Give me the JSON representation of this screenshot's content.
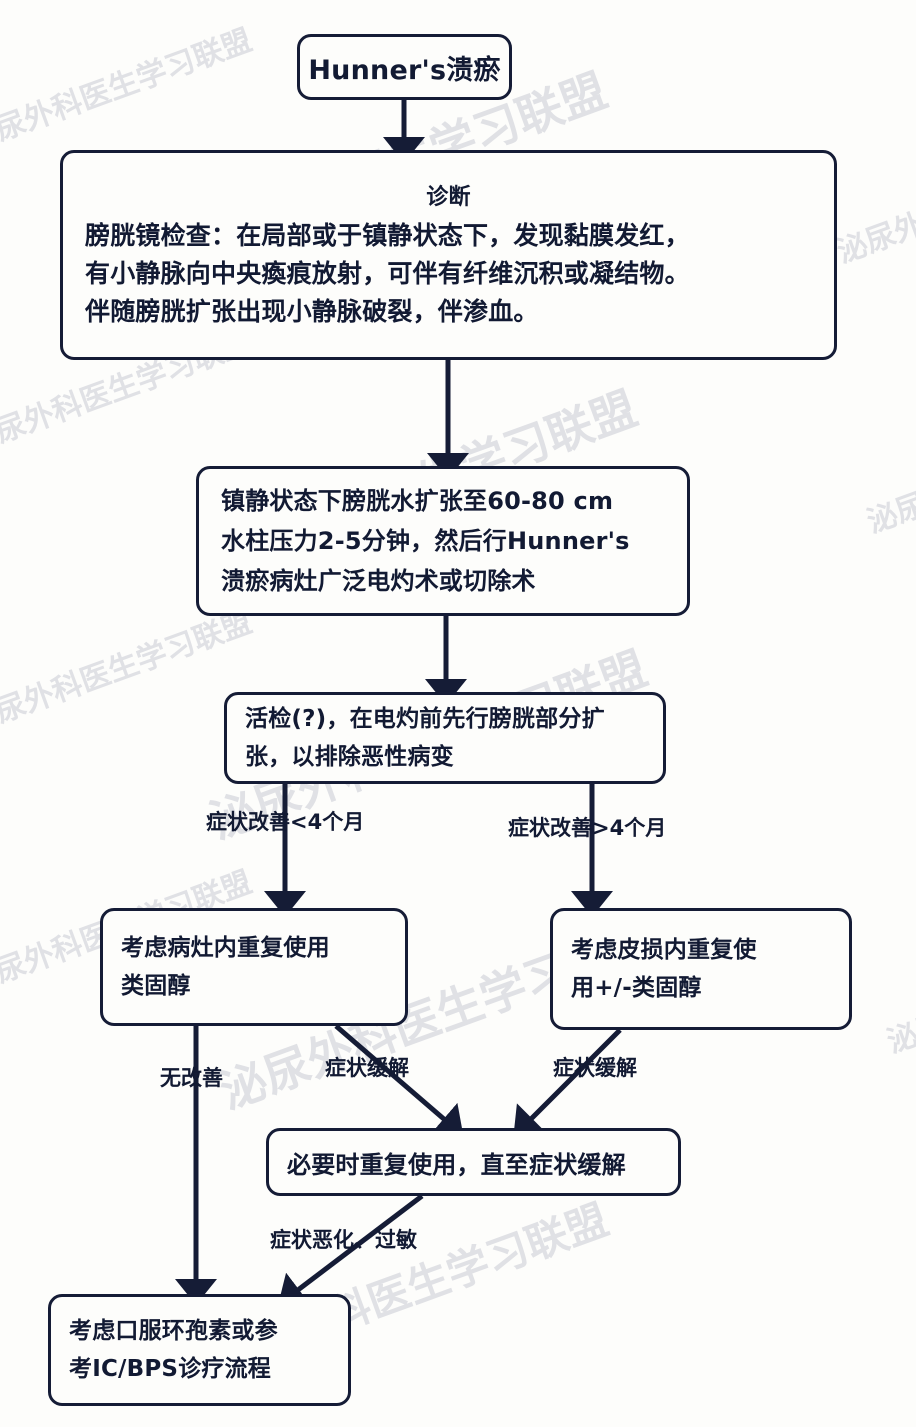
{
  "diagram": {
    "title": "Hunner's溃瘀",
    "watermark_text": "泌尿外科医生学习联盟",
    "colors": {
      "ink": "#121a33",
      "border": "#151c36",
      "background": "#fdfdfb",
      "watermark": "#c9cbd4"
    },
    "nodes": [
      {
        "id": "root",
        "name": "hunner-ulcer-title-node",
        "lines": [
          "Hunner's溃瘀"
        ]
      },
      {
        "id": "diagnosis",
        "name": "diagnosis-node",
        "lines": [
          "诊断",
          "膀胱镜检查：在局部或于镇静状态下，发现黏膜发红，",
          "有小静脉向中央瘓痕放射，可伴有纤维沉积或凝结物。",
          "伴随膀胱扩张出现小静脉破裂，伴渗血。"
        ]
      },
      {
        "id": "hydrodistension",
        "name": "hydrodistension-node",
        "lines": [
          "镇静状态下膀胱水扩张至60-80 cm",
          "水柱压力2-5分钟，然后行Hunner's",
          "溃瘀病灶广泛电灼术或切除术"
        ]
      },
      {
        "id": "biopsy",
        "name": "biopsy-node",
        "lines": [
          "活检(?)，在电灼前先行膀胱部分扩",
          "张，以排除恶性病变"
        ]
      },
      {
        "id": "steroid-left",
        "name": "intralesional-steroid-node",
        "lines": [
          "考虑病灶内重复使用",
          "类固醇"
        ]
      },
      {
        "id": "steroid-right",
        "name": "intradermal-steroid-node",
        "lines": [
          "考虑皮损内重复使",
          "用+/-类固醇"
        ]
      },
      {
        "id": "repeat",
        "name": "repeat-as-needed-node",
        "lines": [
          "必要时重复使用，直至症状缓解"
        ]
      },
      {
        "id": "cyclosporine",
        "name": "oral-cyclosporine-node",
        "lines": [
          "考虑口服环孢素或参",
          "考IC/BPS诊疗流程"
        ]
      }
    ],
    "edge_labels": [
      {
        "id": "lt4",
        "name": "edge-label-improve-lt-4-months",
        "text": "症状改善<4个月"
      },
      {
        "id": "gt4",
        "name": "edge-label-improve-gt-4-months",
        "text": "症状改善>4个月"
      },
      {
        "id": "nochange",
        "name": "edge-label-no-improvement",
        "text": "无改善"
      },
      {
        "id": "relief-left",
        "name": "edge-label-symptom-relief-left",
        "text": "症状缓解"
      },
      {
        "id": "relief-right",
        "name": "edge-label-symptom-relief-right",
        "text": "症状缓解"
      },
      {
        "id": "worsen",
        "name": "edge-label-worsening-allergy",
        "text": "症状恶化、过敏"
      }
    ]
  }
}
